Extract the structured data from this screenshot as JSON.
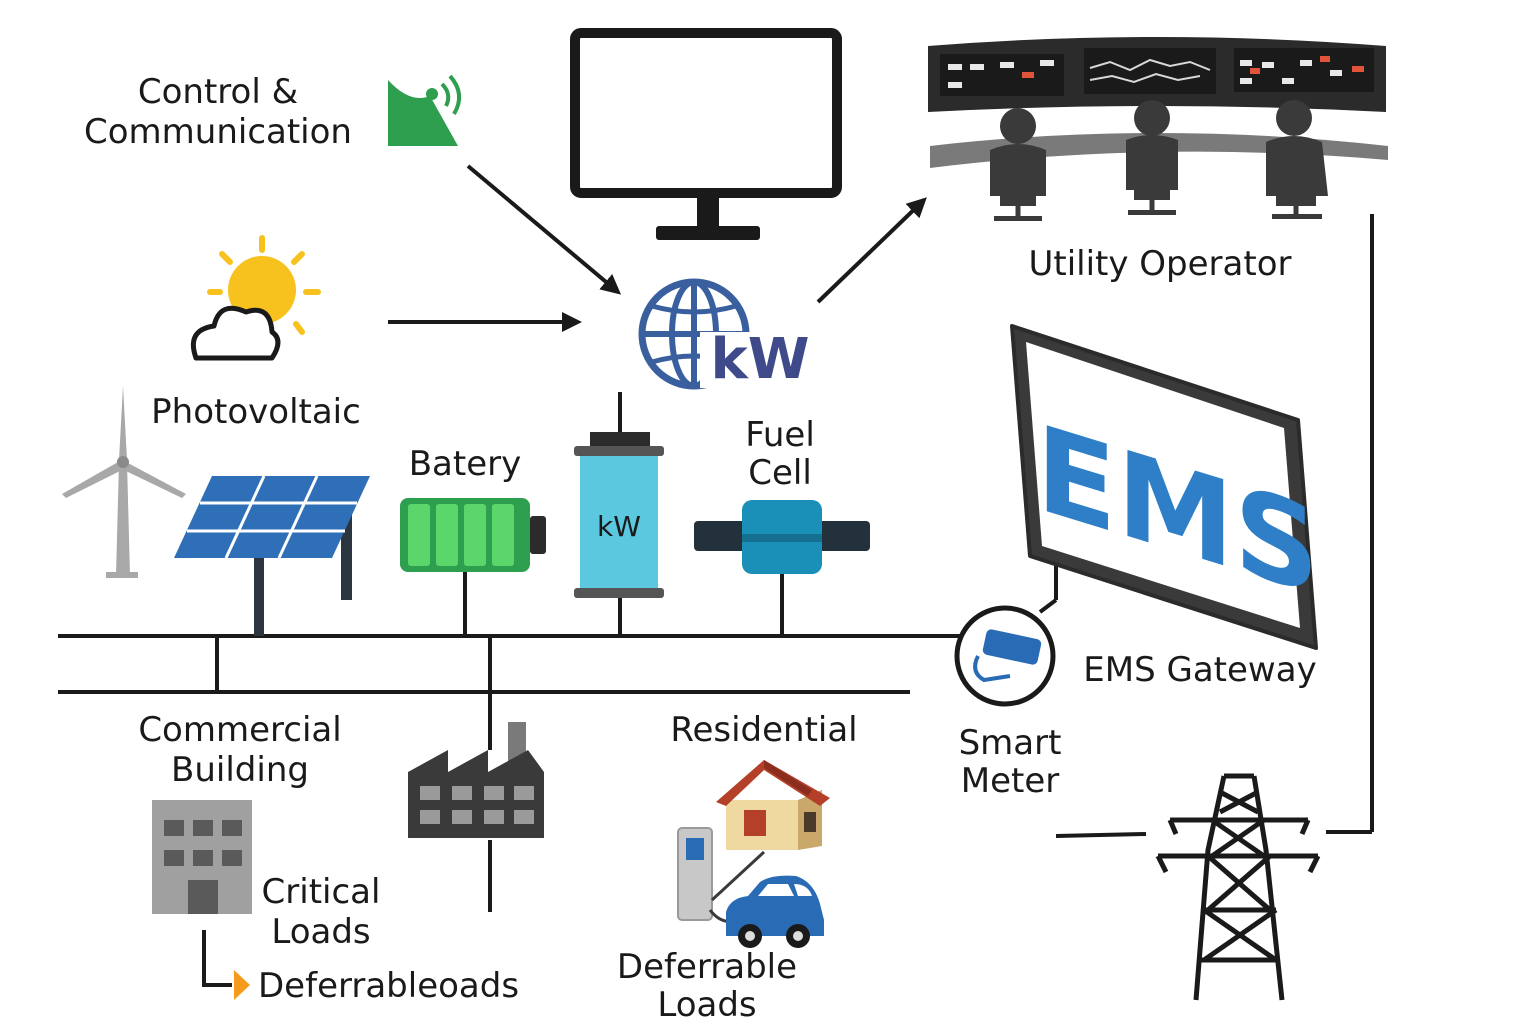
{
  "labels": {
    "control_comm_line1": "Control &",
    "control_comm_line2": "Communication",
    "photovoltaic": "Photovoltaic",
    "battery": "Batery",
    "fuel_cell_line1": "Fuel",
    "fuel_cell_line2": "Cell",
    "utility_operator": "Utility Operator",
    "ems_gateway": "EMS Gateway",
    "smart_meter_line1": "Smart",
    "smart_meter_line2": "Meter",
    "commercial_line1": "Commercial",
    "commercial_line2": "Building",
    "critical_line1": "Critical",
    "critical_line2": "Loads",
    "deferrable_commercial": "Deferrableoads",
    "residential": "Residential",
    "deferrable_res_line1": "Deferrable",
    "deferrable_res_line2": "Loads"
  },
  "hub_label": "kW",
  "storage_label": "kW",
  "ems_screen_text": "EMS",
  "icons": [
    "antenna-icon",
    "sun-cloud-icon",
    "monitor-icon",
    "globe-kw-icon",
    "control-room-icon",
    "wind-turbine-icon",
    "solar-panel-icon",
    "battery-icon",
    "storage-cylinder-icon",
    "fuel-cell-icon",
    "ems-screen-icon",
    "smart-meter-icon",
    "factory-icon",
    "office-building-icon",
    "house-icon",
    "ev-charger-icon",
    "car-icon",
    "transmission-tower-icon"
  ],
  "colors": {
    "green": "#2e9e4f",
    "sun": "#f7c21d",
    "blue": "#3a5f9e",
    "ems_blue": "#2f7fc8",
    "battery_green": "#3fbf4f",
    "cyan": "#5bc8e0",
    "fuel_teal": "#1a8fb8",
    "house_roof": "#b5402a",
    "car_blue": "#2a6bb5",
    "arrow_orange": "#f59b1c"
  }
}
